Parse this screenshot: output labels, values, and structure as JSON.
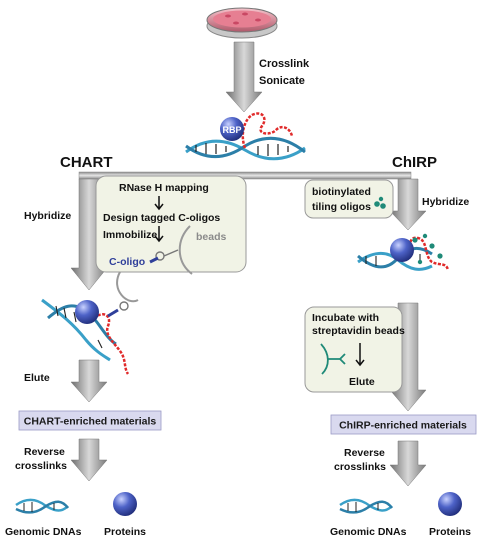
{
  "steps": {
    "crosslink": "Crosslink",
    "sonicate": "Sonicate",
    "rbp": "RBP"
  },
  "methods": {
    "left": "CHART",
    "right": "ChIRP"
  },
  "chart": {
    "hybridize": "Hybridize",
    "box_line1": "RNase H mapping",
    "box_line2": "Design tagged C-oligos",
    "box_line3": "Immobilize",
    "beads": "beads",
    "c_oligo": "C-oligo",
    "elute": "Elute",
    "enriched": "CHART-enriched materials",
    "reverse1": "Reverse",
    "reverse2": "crosslinks",
    "dna": "Genomic DNAs",
    "proteins": "Proteins"
  },
  "chirp": {
    "probe1": "biotinylated",
    "probe2": "tiling oligos",
    "hybridize": "Hybridize",
    "box_line1": "Incubate with",
    "box_line2": "streptavidin beads",
    "elute": "Elute",
    "enriched": "ChIRP-enriched materials",
    "reverse1": "Reverse",
    "reverse2": "crosslinks",
    "dna": "Genomic DNAs",
    "proteins": "Proteins"
  },
  "colors": {
    "dna_strand": "#3aa0c8",
    "rna": "#e02a2a",
    "protein": "#3a4fb0",
    "box_fill": "#f1f3e6",
    "enriched_fill": "#d9d9ef",
    "oligo": "#1f8a78"
  }
}
